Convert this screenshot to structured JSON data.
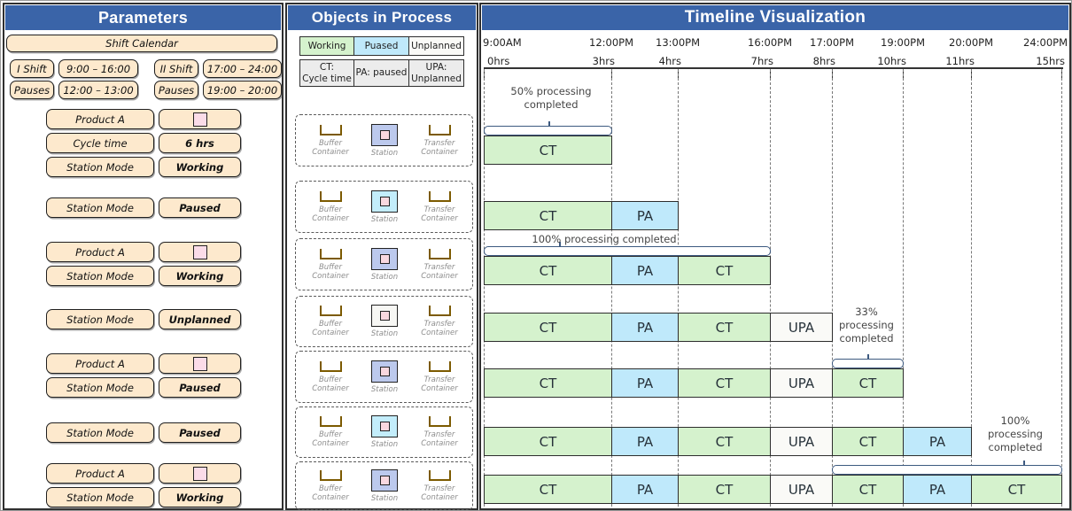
{
  "colors": {
    "header": "#3a64a8",
    "panel_border": "#2f2f2f",
    "button_fill": "#fde9cd",
    "working_fill": "#d5f2cd",
    "paused_fill": "#bfe9fb",
    "unplanned_fill": "#fafaf7",
    "abbr_fill": "#ececec",
    "station_working": "#bcc9ed",
    "station_paused": "#c3edfb",
    "station_unplanned": "#f7f7f4",
    "pink_swatch": "#fbdce8",
    "container_icon_color": "#7c5a00",
    "bracket_stroke": "#3d5a80"
  },
  "parameters_panel": {
    "title": "Parameters",
    "shift_calendar_label": "Shift Calendar",
    "shift_rows": [
      [
        {
          "label": "I Shift"
        },
        {
          "label": "9:00 – 16:00"
        },
        {
          "label": "II Shift"
        },
        {
          "label": "17:00 – 24:00"
        }
      ],
      [
        {
          "label": "Pauses"
        },
        {
          "label": "12:00 – 13:00"
        },
        {
          "label": "Pauses"
        },
        {
          "label": "19:00 – 20:00"
        }
      ]
    ],
    "groups": [
      {
        "rows": [
          {
            "label": "Product A",
            "swatch": true
          },
          {
            "label": "Cycle time",
            "value": "6 hrs"
          },
          {
            "label": "Station Mode",
            "value": "Working"
          }
        ]
      },
      {
        "rows": [
          {
            "label": "Station Mode",
            "value": "Paused"
          }
        ]
      },
      {
        "rows": [
          {
            "label": "Product A",
            "swatch": true
          },
          {
            "label": "Station Mode",
            "value": "Working"
          }
        ]
      },
      {
        "rows": [
          {
            "label": "Station Mode",
            "value": "Unplanned"
          }
        ]
      },
      {
        "rows": [
          {
            "label": "Product A",
            "swatch": true
          },
          {
            "label": "Station Mode",
            "value": "Paused"
          }
        ]
      },
      {
        "rows": [
          {
            "label": "Station Mode",
            "value": "Paused"
          }
        ]
      },
      {
        "rows": [
          {
            "label": "Product A",
            "swatch": true
          },
          {
            "label": "Station Mode",
            "value": "Working"
          }
        ]
      }
    ]
  },
  "objects_panel": {
    "title": "Objects in Process",
    "status_legend": [
      {
        "label": "Working",
        "status": "working"
      },
      {
        "label": "Puased",
        "status": "paused"
      },
      {
        "label": "Unplanned",
        "status": "unplanned"
      }
    ],
    "abbr_legend": [
      "CT:\nCycle time",
      "PA: paused",
      "UPA:\nUnplanned"
    ],
    "column_labels": {
      "buffer": "Buffer\nContainer",
      "station": "Station",
      "transfer": "Transfer\nContainer"
    },
    "stations": [
      {
        "status": "working"
      },
      {
        "status": "paused"
      },
      {
        "status": "working"
      },
      {
        "status": "unplanned"
      },
      {
        "status": "working"
      },
      {
        "status": "paused"
      },
      {
        "status": "working"
      }
    ]
  },
  "timeline_panel": {
    "title": "Timeline Visualization",
    "chart_data": {
      "type": "gantt",
      "clock_labels": [
        "9:00AM",
        "12:00PM",
        "13:00PM",
        "16:00PM",
        "17:00PM",
        "19:00PM",
        "20:00PM",
        "24:00PM"
      ],
      "hour_labels": [
        "0hrs",
        "3hrs",
        "4hrs",
        "7hrs",
        "8hrs",
        "10hrs",
        "11hrs",
        "15hrs"
      ],
      "axis_hours": [
        0,
        3,
        4,
        7,
        8,
        10,
        11,
        15
      ],
      "rows": [
        {
          "segments": [
            {
              "label": "CT",
              "status": "working",
              "from_hr": 0,
              "to_hr": 3
            }
          ]
        },
        {
          "segments": [
            {
              "label": "CT",
              "status": "working",
              "from_hr": 0,
              "to_hr": 3
            },
            {
              "label": "PA",
              "status": "paused",
              "from_hr": 3,
              "to_hr": 4
            }
          ]
        },
        {
          "segments": [
            {
              "label": "CT",
              "status": "working",
              "from_hr": 0,
              "to_hr": 3
            },
            {
              "label": "PA",
              "status": "paused",
              "from_hr": 3,
              "to_hr": 4
            },
            {
              "label": "CT",
              "status": "working",
              "from_hr": 4,
              "to_hr": 7
            }
          ]
        },
        {
          "segments": [
            {
              "label": "CT",
              "status": "working",
              "from_hr": 0,
              "to_hr": 3
            },
            {
              "label": "PA",
              "status": "paused",
              "from_hr": 3,
              "to_hr": 4
            },
            {
              "label": "CT",
              "status": "working",
              "from_hr": 4,
              "to_hr": 7
            },
            {
              "label": "UPA",
              "status": "unplanned",
              "from_hr": 7,
              "to_hr": 8
            }
          ]
        },
        {
          "segments": [
            {
              "label": "CT",
              "status": "working",
              "from_hr": 0,
              "to_hr": 3
            },
            {
              "label": "PA",
              "status": "paused",
              "from_hr": 3,
              "to_hr": 4
            },
            {
              "label": "CT",
              "status": "working",
              "from_hr": 4,
              "to_hr": 7
            },
            {
              "label": "UPA",
              "status": "unplanned",
              "from_hr": 7,
              "to_hr": 8
            },
            {
              "label": "CT",
              "status": "working",
              "from_hr": 8,
              "to_hr": 10
            }
          ]
        },
        {
          "segments": [
            {
              "label": "CT",
              "status": "working",
              "from_hr": 0,
              "to_hr": 3
            },
            {
              "label": "PA",
              "status": "paused",
              "from_hr": 3,
              "to_hr": 4
            },
            {
              "label": "CT",
              "status": "working",
              "from_hr": 4,
              "to_hr": 7
            },
            {
              "label": "UPA",
              "status": "unplanned",
              "from_hr": 7,
              "to_hr": 8
            },
            {
              "label": "CT",
              "status": "working",
              "from_hr": 8,
              "to_hr": 10
            },
            {
              "label": "PA",
              "status": "paused",
              "from_hr": 10,
              "to_hr": 11
            }
          ]
        },
        {
          "segments": [
            {
              "label": "CT",
              "status": "working",
              "from_hr": 0,
              "to_hr": 3
            },
            {
              "label": "PA",
              "status": "paused",
              "from_hr": 3,
              "to_hr": 4
            },
            {
              "label": "CT",
              "status": "working",
              "from_hr": 4,
              "to_hr": 7
            },
            {
              "label": "UPA",
              "status": "unplanned",
              "from_hr": 7,
              "to_hr": 8
            },
            {
              "label": "CT",
              "status": "working",
              "from_hr": 8,
              "to_hr": 10
            },
            {
              "label": "PA",
              "status": "paused",
              "from_hr": 10,
              "to_hr": 11
            },
            {
              "label": "CT",
              "status": "working",
              "from_hr": 11,
              "to_hr": 15
            }
          ]
        }
      ],
      "annotations": [
        {
          "text": "50% processing\ncompleted",
          "above_row": 1,
          "brace_from_hr": 0,
          "brace_to_hr": 3
        },
        {
          "text": "100% processing completed",
          "above_row": 3,
          "brace_from_hr": 0,
          "brace_to_hr": 7
        },
        {
          "text": "33%\nprocessing\ncompleted",
          "above_row": 5,
          "brace_from_hr": 8,
          "brace_to_hr": 10
        },
        {
          "text": "100%\nprocessing\ncompleted",
          "above_row": 7,
          "brace_from_hr": 8,
          "brace_to_hr": 15
        }
      ]
    }
  }
}
